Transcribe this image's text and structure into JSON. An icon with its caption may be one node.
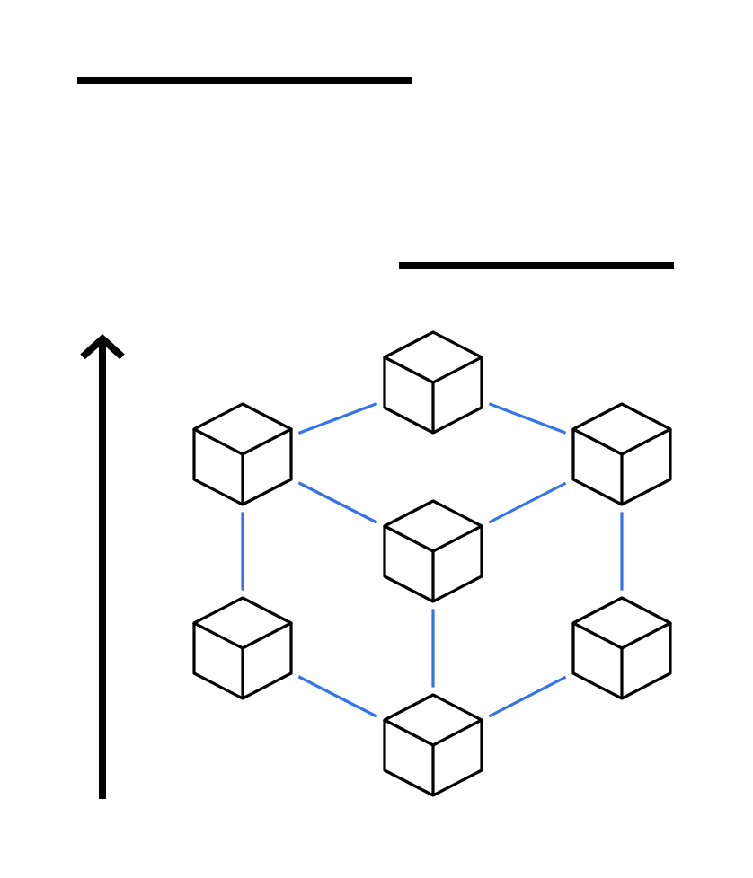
{
  "diagram": {
    "nodes": [
      {
        "text": [],
        "shape": "cube"
      },
      {
        "text": [],
        "shape": "cube"
      },
      {
        "text": [],
        "shape": "cube"
      },
      {
        "text": [],
        "shape": "cube"
      },
      {
        "text": [],
        "shape": "cube"
      },
      {
        "text": [],
        "shape": "cube"
      },
      {
        "text": [],
        "shape": "cube"
      }
    ],
    "edges": [
      {
        "from": 0,
        "to": 1,
        "arrow": "none"
      },
      {
        "from": 0,
        "to": 2,
        "arrow": "none"
      },
      {
        "from": 1,
        "to": 3,
        "arrow": "none"
      },
      {
        "from": 2,
        "to": 3,
        "arrow": "none"
      },
      {
        "from": 1,
        "to": 4,
        "arrow": "none"
      },
      {
        "from": 2,
        "to": 5,
        "arrow": "none"
      },
      {
        "from": 3,
        "to": 6,
        "arrow": "none"
      },
      {
        "from": 4,
        "to": 6,
        "arrow": "none"
      },
      {
        "from": 5,
        "to": 6,
        "arrow": "none"
      }
    ]
  }
}
